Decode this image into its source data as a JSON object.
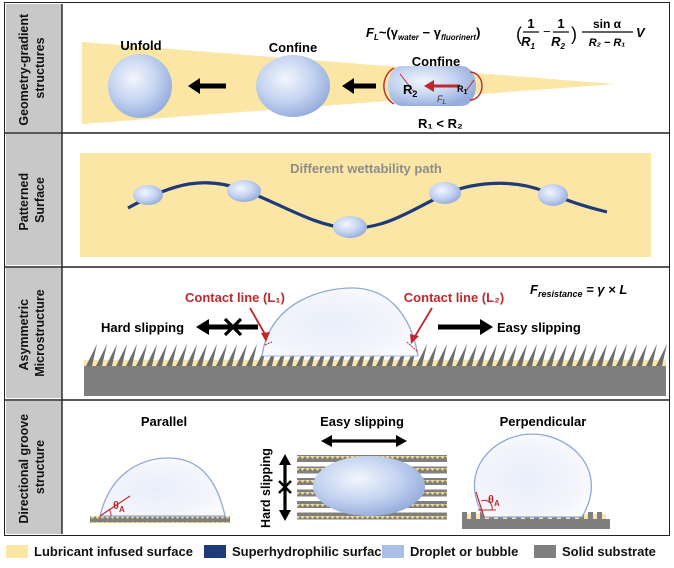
{
  "panels": [
    {
      "label_lines": [
        "Geometry-gradient",
        "structures"
      ]
    },
    {
      "label_lines": [
        "Patterned",
        "Surface"
      ]
    },
    {
      "label_lines": [
        "Asymmetric",
        "Microstructure"
      ]
    },
    {
      "label_lines": [
        "Directional groove",
        "structure"
      ]
    }
  ],
  "panel1": {
    "unfold": "Unfold",
    "confine_mid": "Confine",
    "confine_right": "Confine",
    "formula_lhs": "F",
    "formula_lhs_sub": "L",
    "formula_body": "~(γ",
    "gamma_water_sub": "water",
    "minus": " − γ",
    "gamma_fluor_sub": "fluorinert",
    "formula_close": ")",
    "frac1_num": "1",
    "frac1_den": "R",
    "frac1_den_sub": "1",
    "frac2_num": "1",
    "frac2_den": "R",
    "frac2_den_sub": "2",
    "frac3_num": "sin α",
    "frac3_den": "R₂ − R₁",
    "formula_tail": "V",
    "r2_label": "R",
    "r2_sub": "2",
    "r1_label": "R",
    "r1_sub": "1",
    "fl_label": "F",
    "fl_sub": "L",
    "relation": "R₁ < R₂"
  },
  "panel2": {
    "title": "Different wettability path"
  },
  "panel3": {
    "contact_l1": "Contact line (L₁)",
    "contact_l2": "Contact line (L₂)",
    "hard_slipping": "Hard slipping",
    "easy_slipping": "Easy slipping",
    "force_formula": "F",
    "force_sub": "resistance",
    "force_rhs": " = γ × L"
  },
  "panel4": {
    "parallel": "Parallel",
    "easy_slipping": "Easy slipping",
    "perpendicular": "Perpendicular",
    "hard_slipping": "Hard slipping",
    "theta_left": "θ",
    "theta_left_sub": "A",
    "theta_right": "θ",
    "theta_right_sub": "A"
  },
  "legend": [
    {
      "label": "Lubricant infused surface",
      "color": "#fbe6a6"
    },
    {
      "label": "Superhydrophilic surface",
      "color": "#1f3a78"
    },
    {
      "label": "Droplet or bubble",
      "color": "#a9bfe6"
    },
    {
      "label": "Solid substrate",
      "color": "#7f7f7f"
    }
  ],
  "colors": {
    "lubricant": "#fbe6a6",
    "superhydrophilic": "#1f3a78",
    "droplet": "#a9bfe6",
    "substrate": "#7f7f7f",
    "red_annotation": "#c0282d",
    "label_band": "#c8c8c8"
  }
}
